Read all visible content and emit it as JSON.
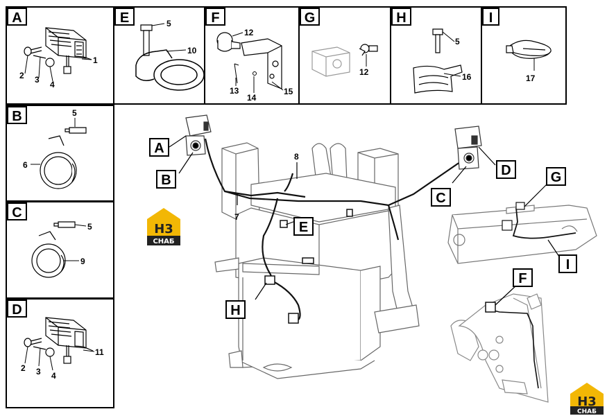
{
  "panels": [
    {
      "letter": "A",
      "parts": [
        "1",
        "2",
        "3",
        "4"
      ]
    },
    {
      "letter": "E",
      "parts": [
        "5",
        "10"
      ]
    },
    {
      "letter": "F",
      "parts": [
        "12",
        "13",
        "14",
        "15"
      ]
    },
    {
      "letter": "G",
      "parts": [
        "12"
      ]
    },
    {
      "letter": "H",
      "parts": [
        "5",
        "16"
      ]
    },
    {
      "letter": "I",
      "parts": [
        "17"
      ]
    },
    {
      "letter": "B",
      "parts": [
        "5",
        "6"
      ]
    },
    {
      "letter": "C",
      "parts": [
        "5",
        "9"
      ]
    },
    {
      "letter": "D",
      "parts": [
        "2",
        "3",
        "4",
        "11"
      ]
    }
  ],
  "main_callouts": [
    "A",
    "B",
    "C",
    "D",
    "E",
    "F",
    "G",
    "H",
    "I"
  ],
  "main_parts": [
    "7",
    "8"
  ],
  "logo": {
    "line1": "H3",
    "line2": "CHAБ",
    "colors": {
      "accent": "#f2b705",
      "dark": "#222222"
    }
  }
}
